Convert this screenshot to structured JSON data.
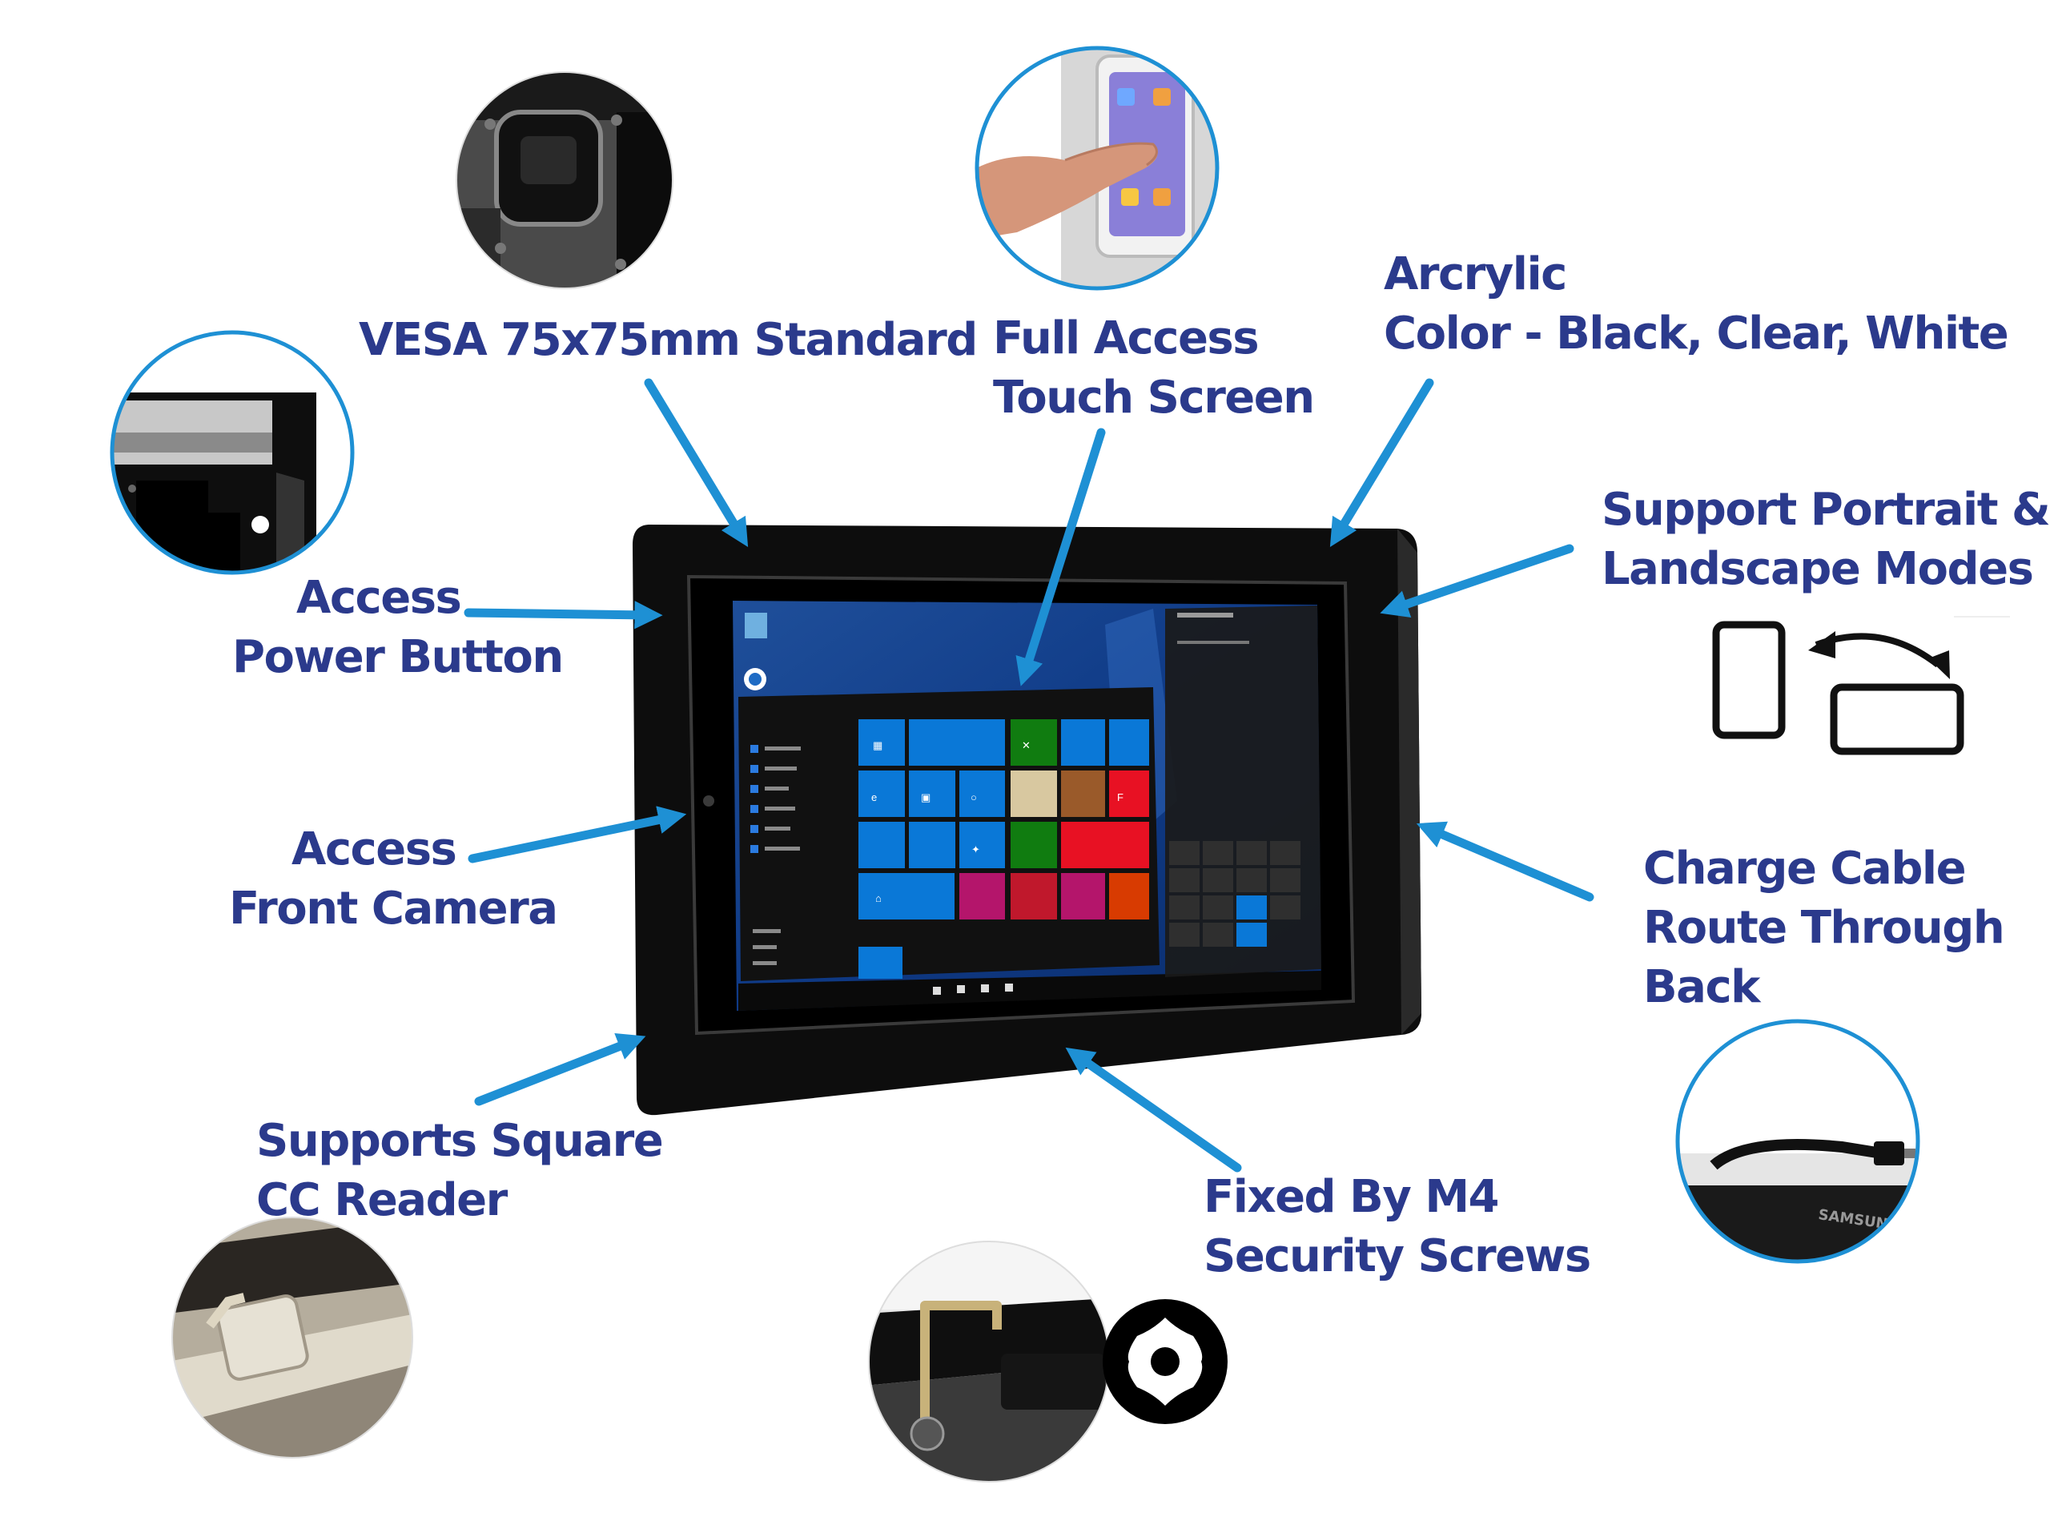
{
  "labels": {
    "vesa": "VESA 75x75mm Standard",
    "touch_line1": "Full Access",
    "touch_line2": "Touch Screen",
    "acrylic_line1": "Arcrylic",
    "acrylic_line2": "Color - Black, Clear, White",
    "power_line1": "Access",
    "power_line2": "Power Button",
    "camera_line1": "Access",
    "camera_line2": "Front Camera",
    "rotate_line1": "Support Portrait &",
    "rotate_line2": "Landscape Modes",
    "cable_line1": "Charge Cable",
    "cable_line2": "Route Through",
    "cable_line3": "Back",
    "cc_line1": "Supports Square",
    "cc_line2": "CC Reader",
    "screws_line1": "Fixed By M4",
    "screws_line2": "Security Screws",
    "samsung": "SAMSUNG"
  },
  "icons": [
    "vesa-photo-icon",
    "touch-photo-icon",
    "power-photo-icon",
    "portrait-landscape-icon",
    "cable-photo-icon",
    "cc-reader-photo-icon",
    "screw-photo-icon",
    "torx-icon"
  ],
  "colors": {
    "label": "#2b3a8c",
    "arrow": "#1e90d4",
    "enclosure": "#111111",
    "win_tile": "#0a78d7"
  }
}
